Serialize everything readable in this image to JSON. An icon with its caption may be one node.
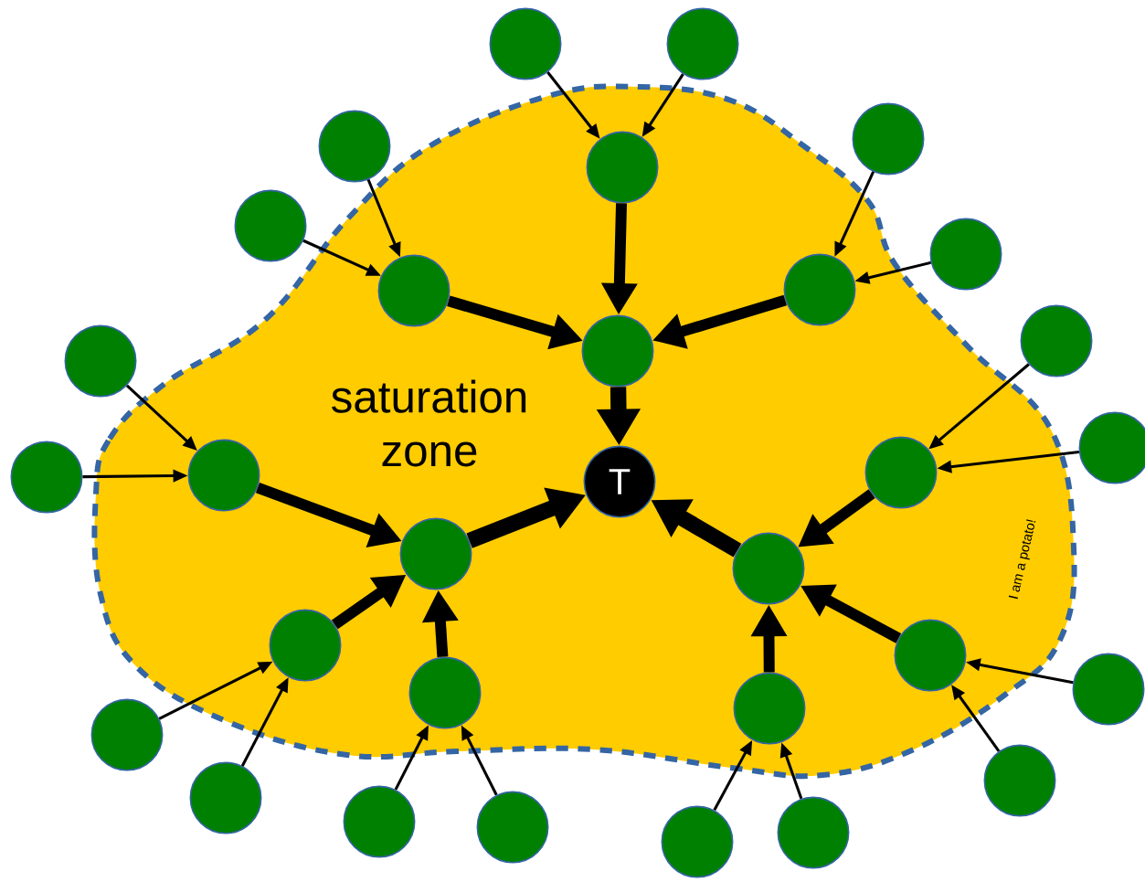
{
  "diagram": {
    "nodes": [
      {
        "text": [
          "saturation zone",
          "I am a potato!"
        ]
      },
      {
        "text": [
          "T"
        ],
        "in": 0
      },
      {
        "text": [],
        "shape": "circle",
        "in": 0
      },
      {
        "text": [],
        "shape": "circle",
        "in": 0
      },
      {
        "text": [],
        "shape": "circle",
        "in": 0
      },
      {
        "text": [],
        "shape": "circle",
        "in": 0
      },
      {
        "text": [],
        "shape": "circle",
        "in": 0
      },
      {
        "text": [],
        "shape": "circle",
        "in": 0
      },
      {
        "text": [],
        "shape": "circle",
        "in": 0
      },
      {
        "text": [],
        "shape": "circle",
        "in": 0
      },
      {
        "text": [],
        "shape": "circle",
        "in": 0
      },
      {
        "text": [],
        "shape": "circle",
        "in": 0
      },
      {
        "text": [],
        "shape": "circle",
        "in": 0
      },
      {
        "text": [],
        "shape": "circle",
        "in": 0
      },
      {
        "text": [],
        "shape": "circle"
      },
      {
        "text": [],
        "shape": "circle"
      },
      {
        "text": [],
        "shape": "circle"
      },
      {
        "text": [],
        "shape": "circle"
      },
      {
        "text": [],
        "shape": "circle"
      },
      {
        "text": [],
        "shape": "circle"
      },
      {
        "text": [],
        "shape": "circle"
      },
      {
        "text": [],
        "shape": "circle"
      },
      {
        "text": [],
        "shape": "circle"
      },
      {
        "text": [],
        "shape": "circle"
      },
      {
        "text": [],
        "shape": "circle"
      },
      {
        "text": [],
        "shape": "circle"
      },
      {
        "text": [],
        "shape": "circle"
      },
      {
        "text": [],
        "shape": "circle"
      },
      {
        "text": [],
        "shape": "circle"
      },
      {
        "text": [],
        "shape": "circle"
      },
      {
        "text": [],
        "shape": "circle"
      },
      {
        "text": [],
        "shape": "circle"
      }
    ],
    "edges": [
      {
        "from": 2,
        "to": 1,
        "arrow": "to",
        "style": "thick"
      },
      {
        "from": 3,
        "to": 1,
        "arrow": "to",
        "style": "thick"
      },
      {
        "from": 4,
        "to": 1,
        "arrow": "to",
        "style": "thick"
      },
      {
        "from": 5,
        "to": 2,
        "arrow": "to",
        "style": "thick"
      },
      {
        "from": 6,
        "to": 2,
        "arrow": "to",
        "style": "thick"
      },
      {
        "from": 7,
        "to": 2,
        "arrow": "to",
        "style": "thick"
      },
      {
        "from": 8,
        "to": 3,
        "arrow": "to",
        "style": "thick"
      },
      {
        "from": 9,
        "to": 3,
        "arrow": "to",
        "style": "thick"
      },
      {
        "from": 10,
        "to": 3,
        "arrow": "to",
        "style": "thick"
      },
      {
        "from": 11,
        "to": 4,
        "arrow": "to",
        "style": "thick"
      },
      {
        "from": 12,
        "to": 4,
        "arrow": "to",
        "style": "thick"
      },
      {
        "from": 13,
        "to": 4,
        "arrow": "to",
        "style": "thick"
      },
      {
        "from": 14,
        "to": 5,
        "arrow": "to"
      },
      {
        "from": 15,
        "to": 5,
        "arrow": "to"
      },
      {
        "from": 16,
        "to": 6,
        "arrow": "to"
      },
      {
        "from": 17,
        "to": 6,
        "arrow": "to"
      },
      {
        "from": 18,
        "to": 7,
        "arrow": "to"
      },
      {
        "from": 19,
        "to": 7,
        "arrow": "to"
      },
      {
        "from": 20,
        "to": 8,
        "arrow": "to"
      },
      {
        "from": 21,
        "to": 8,
        "arrow": "to"
      },
      {
        "from": 22,
        "to": 9,
        "arrow": "to"
      },
      {
        "from": 23,
        "to": 9,
        "arrow": "to"
      },
      {
        "from": 24,
        "to": 10,
        "arrow": "to"
      },
      {
        "from": 25,
        "to": 10,
        "arrow": "to"
      },
      {
        "from": 26,
        "to": 11,
        "arrow": "to"
      },
      {
        "from": 27,
        "to": 11,
        "arrow": "to"
      },
      {
        "from": 28,
        "to": 12,
        "arrow": "to"
      },
      {
        "from": 29,
        "to": 12,
        "arrow": "to"
      },
      {
        "from": 30,
        "to": 13,
        "arrow": "to"
      },
      {
        "from": 31,
        "to": 13,
        "arrow": "to"
      }
    ]
  }
}
